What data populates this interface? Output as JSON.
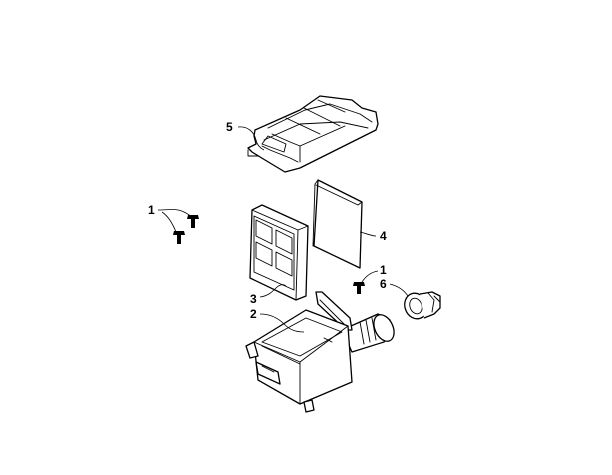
{
  "callouts": {
    "lid": "5",
    "foam_filter": "4",
    "screw_left": "1",
    "screw_right": "1",
    "paper_filter": "3",
    "housing": "2",
    "cap": "6"
  }
}
